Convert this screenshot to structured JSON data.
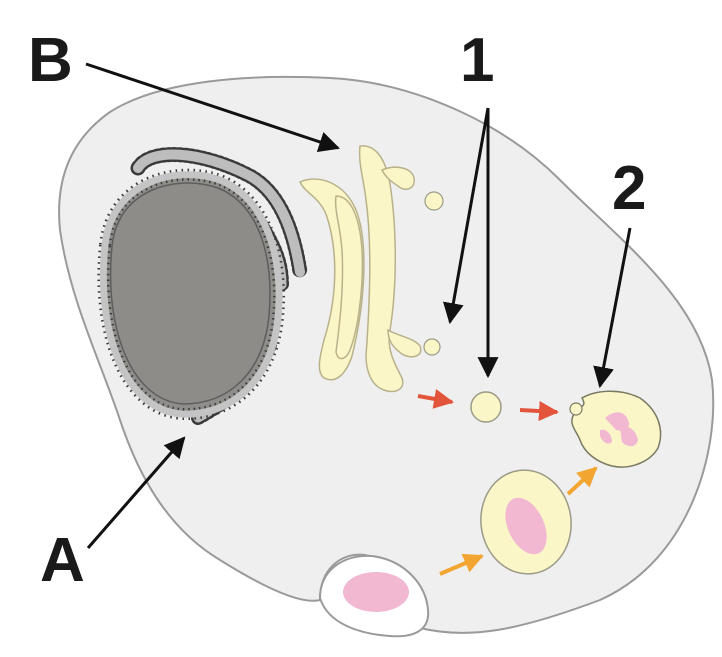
{
  "labels": {
    "a": "A",
    "b": "B",
    "one": "1",
    "two": "2"
  },
  "colors": {
    "cytoplasm": "#efefef",
    "membrane": "#9a9a9a",
    "nucleus": "#8f8d8a",
    "er": "#b7b7b7",
    "golgi": "#fbf6c8",
    "vesicle_outline": "#9b9a86",
    "cargo": "#f2b8d2",
    "red_arrow": "#e2553b",
    "orange_arrow": "#f2a531",
    "black_arrow": "#111111"
  }
}
